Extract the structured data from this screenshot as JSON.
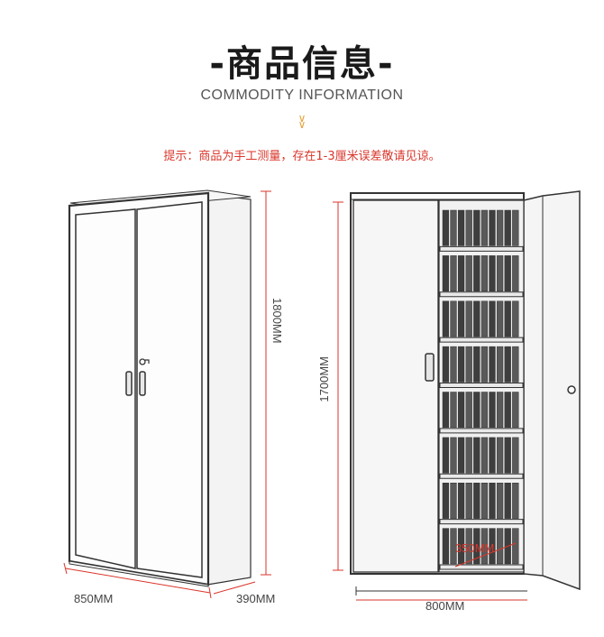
{
  "header": {
    "title": "-商品信息-",
    "subtitle": "COMMODITY INFORMATION",
    "notice": "提示：商品为手工测量，存在1-3厘米误差敬请见谅。"
  },
  "dimensions": {
    "closed_height": "1800MM",
    "closed_width": "850MM",
    "closed_depth": "390MM",
    "open_height": "1700MM",
    "open_width": "800MM",
    "shelf_depth": "350MM"
  },
  "colors": {
    "accent_red": "#d9362b",
    "chevron_gold": "#e8a23a"
  }
}
